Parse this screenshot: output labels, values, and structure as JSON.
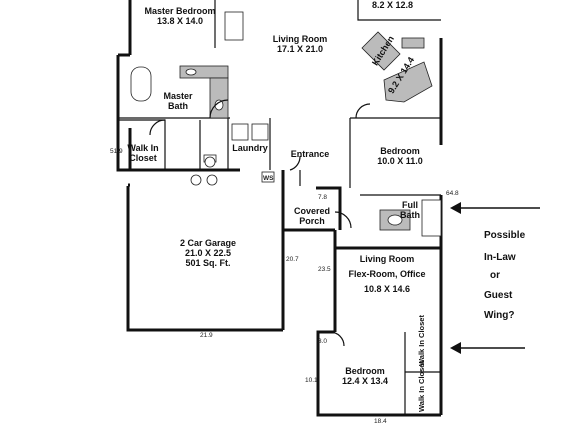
{
  "rooms": {
    "top_right_dims": "8.2 X 12.8",
    "master_bedroom": {
      "name": "Master Bedroom",
      "dims": "13.8 X 14.0"
    },
    "living_room": {
      "name": "Living Room",
      "dims": "17.1 X 21.0"
    },
    "master_bath": {
      "line1": "Master",
      "line2": "Bath"
    },
    "kitchen": {
      "name": "Kitchen",
      "dims": "9.2 X 14.4"
    },
    "walk_in_closet": {
      "line1": "Walk In",
      "line2": "Closet"
    },
    "laundry": "Laundry",
    "entrance": "Entrance",
    "bedroom_1": {
      "name": "Bedroom",
      "dims": "10.0 X 11.0"
    },
    "covered_porch": {
      "line1": "Covered",
      "line2": "Porch"
    },
    "full_bath": {
      "line1": "Full",
      "line2": "Bath"
    },
    "garage": {
      "line1": "2 Car Garage",
      "line2": "21.0 X 22.5",
      "line3": "501 Sq. Ft."
    },
    "flex_room": {
      "line1": "Living Room",
      "line2": "Flex-Room, Office",
      "line3": "10.8 X 14.6"
    },
    "bedroom_2": {
      "name": "Bedroom",
      "dims": "12.4 X 13.4"
    },
    "walk_in_closet_vertical_1": "Walk In Closet",
    "walk_in_closet_vertical_2": "Walk In Closet",
    "ws_label": "WS"
  },
  "dimensions": {
    "d_51_9": "51.9",
    "d_7_8": "7.8",
    "d_64_8": "64.8",
    "d_20_7": "20.7",
    "d_23_5": "23.5",
    "d_21_9": "21.9",
    "d_3_0": "3.0",
    "d_10_1": "10.1",
    "d_18_4": "18.4"
  },
  "note": {
    "line1": "Possible",
    "line2": "In-Law",
    "line3": "or",
    "line4": "Guest",
    "line5": "Wing?"
  }
}
